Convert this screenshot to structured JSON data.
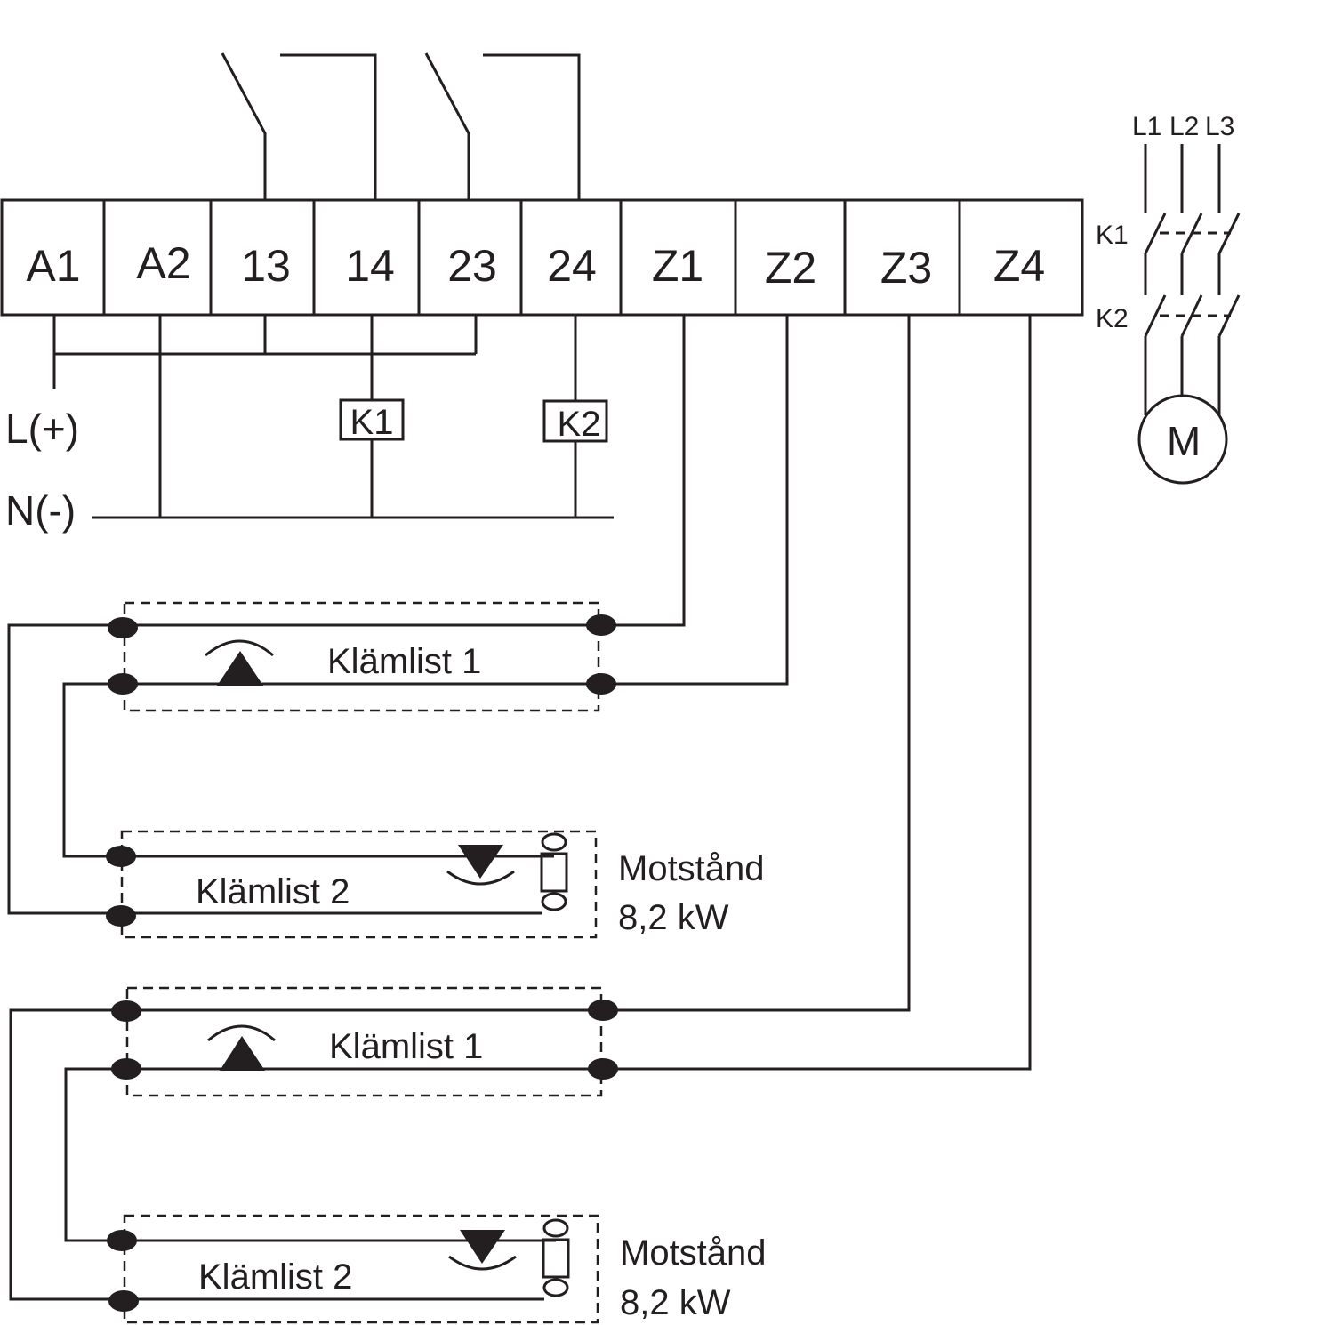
{
  "terminals": [
    "A1",
    "A2",
    "13",
    "14",
    "23",
    "24",
    "Z1",
    "Z2",
    "Z3",
    "Z4"
  ],
  "supply": {
    "live": "L(+)",
    "neutral": "N(-)"
  },
  "coils": {
    "k1": "K1",
    "k2": "K2"
  },
  "motor": {
    "phases": [
      "L1",
      "L2",
      "L3"
    ],
    "contactor1": "K1",
    "contactor2": "K2",
    "label": "M"
  },
  "strip_group_1": {
    "strip1": "Klämlist 1",
    "strip2": "Klämlist 2",
    "resistor_title": "Motstånd",
    "resistor_value": "8,2 kW"
  },
  "strip_group_2": {
    "strip1": "Klämlist 1",
    "strip2": "Klämlist 2",
    "resistor_title": "Motstånd",
    "resistor_value": "8,2 kW"
  }
}
